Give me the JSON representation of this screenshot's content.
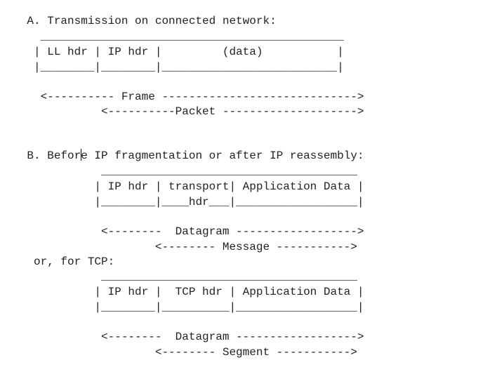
{
  "section_a": {
    "heading": "    A. Transmission on connected network:",
    "lines": [
      "      _____________________________________________",
      "     | LL hdr | IP hdr |         (data)           |",
      "     |________|________|__________________________|",
      "",
      "      <---------- Frame ----------------------------->",
      "               <----------Packet -------------------->"
    ]
  },
  "section_b": {
    "heading_before_caret": "    B. Befor",
    "heading_after_caret": "e IP fragmentation or after IP reassembly:",
    "udp_lines": [
      "               ______________________________________",
      "              | IP hdr | transport| Application Data |",
      "              |________|____hdr___|__________________|",
      "",
      "               <--------  Datagram ------------------>",
      "                       <-------- Message ----------->"
    ],
    "or_tcp": "     or, for TCP:",
    "tcp_lines": [
      "               ______________________________________",
      "              | IP hdr |  TCP hdr | Application Data |",
      "              |________|__________|__________________|",
      "",
      "               <--------  Datagram ------------------>",
      "                       <-------- Segment ----------->"
    ]
  }
}
